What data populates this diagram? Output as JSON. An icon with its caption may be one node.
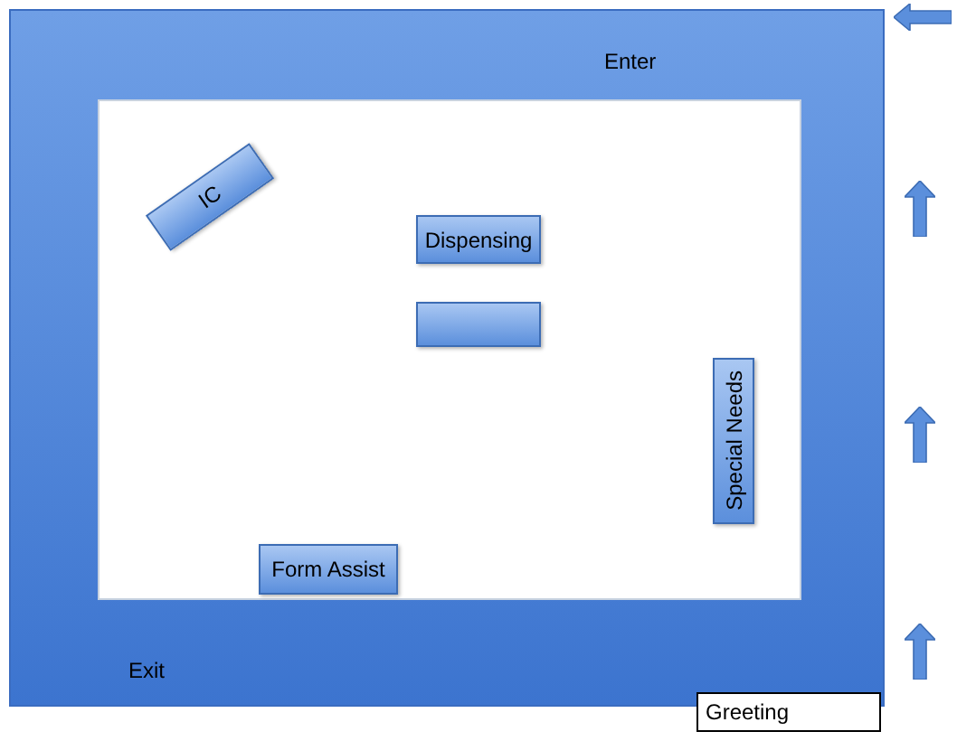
{
  "diagram": {
    "nodes": [
      {
        "text": [
          "Enter",
          "Exit"
        ]
      },
      {
        "text": [],
        "shape": "box",
        "in": 0
      },
      {
        "text": [
          "IC"
        ],
        "in": 1
      },
      {
        "text": [
          "Dispensing"
        ],
        "in": 1
      },
      {
        "text": [],
        "shape": "box",
        "in": 1
      },
      {
        "text": [
          "Special Needs"
        ],
        "in": 1
      },
      {
        "text": [
          "Form Assist"
        ],
        "in": 1
      },
      {
        "text": [
          "Greeting"
        ]
      }
    ]
  }
}
